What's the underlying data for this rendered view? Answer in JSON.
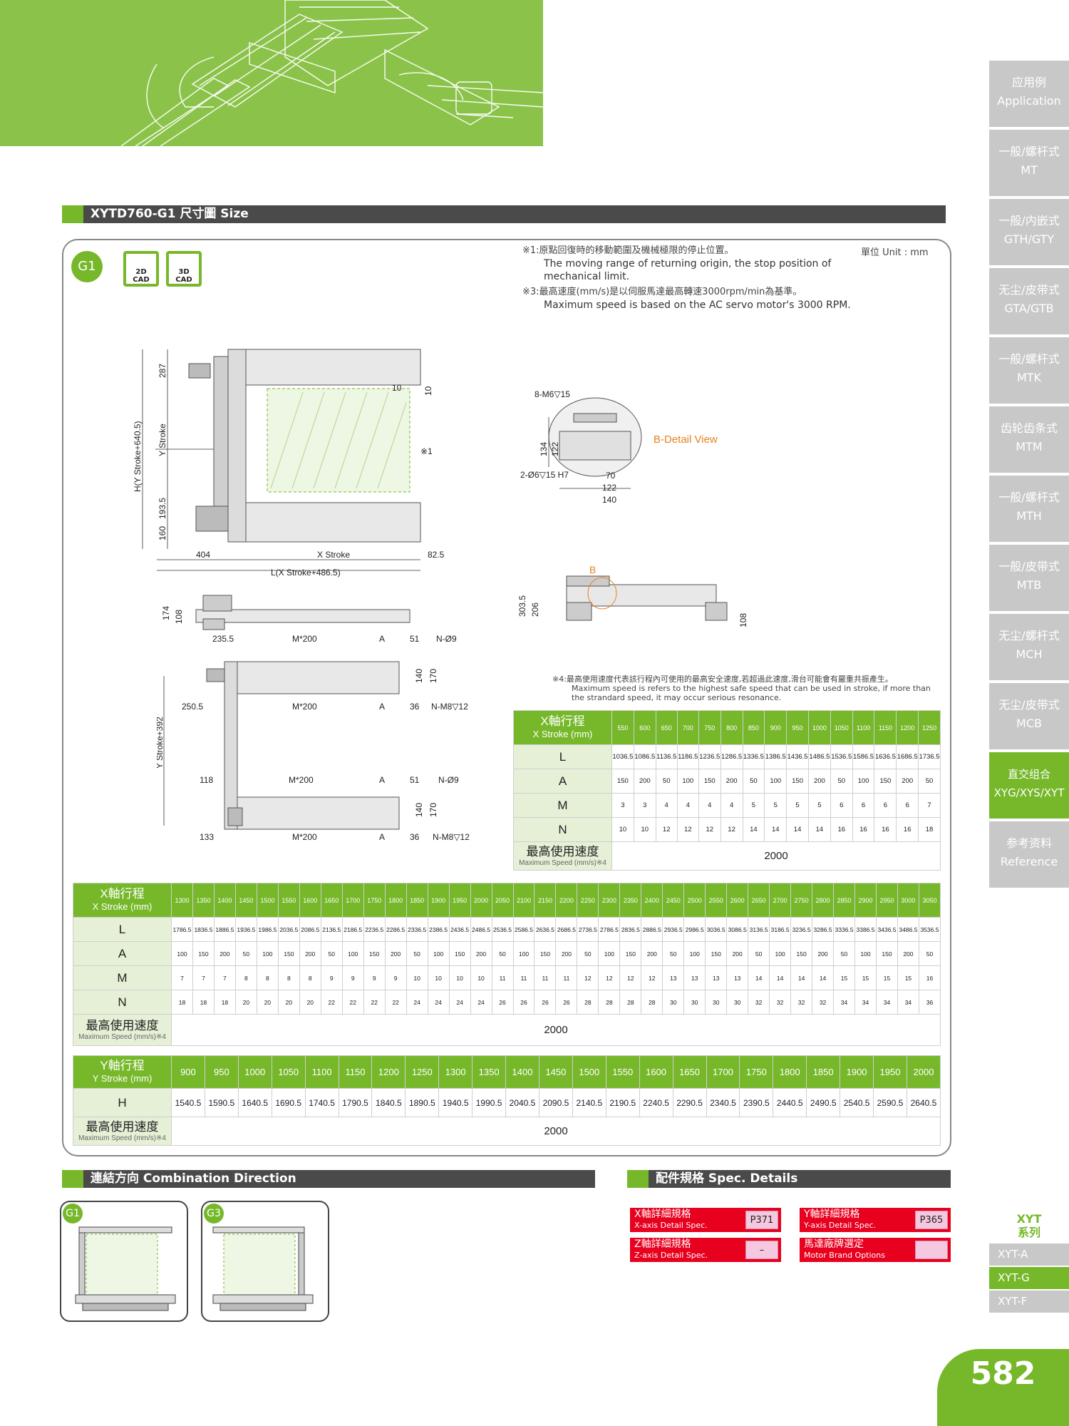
{
  "side_tabs": [
    {
      "zh": "应用例",
      "en": "Application"
    },
    {
      "zh": "一般/螺杆式",
      "en": "MT"
    },
    {
      "zh": "一般/内嵌式",
      "en": "GTH/GTY"
    },
    {
      "zh": "无尘/皮带式",
      "en": "GTA/GTB"
    },
    {
      "zh": "一般/螺杆式",
      "en": "MTK"
    },
    {
      "zh": "齿轮齿条式",
      "en": "MTM"
    },
    {
      "zh": "一般/螺杆式",
      "en": "MTH"
    },
    {
      "zh": "一般/皮带式",
      "en": "MTB"
    },
    {
      "zh": "无尘/螺杆式",
      "en": "MCH"
    },
    {
      "zh": "无尘/皮带式",
      "en": "MCB"
    },
    {
      "zh": "直交组合",
      "en": "XYG/XYS/XYT"
    },
    {
      "zh": "参考资料",
      "en": "Reference"
    }
  ],
  "section_size": "XYTD760-G1  尺寸圖  Size",
  "badge_g1": "G1",
  "cad": {
    "d2": "2D\nCAD",
    "d3": "3D\nCAD"
  },
  "notes": {
    "n1_zh": "※1:原點回復時的移動範圍及機械極限的停止位置。",
    "n1_en": "The moving range of returning origin, the stop position of mechanical limit.",
    "n3_zh": "※3:最高速度(mm/s)是以伺服馬達最高轉速3000rpm/min為基準。",
    "n3_en": "Maximum speed is based on the AC servo motor's 3000 RPM.",
    "unit": "單位 Unit : mm",
    "n4_zh": "※4:最高使用速度代表該行程內可使用的最高安全速度,若超過此速度,滑台可能會有嚴重共振產生。",
    "n4_en": "Maximum speed is refers to the highest safe speed that can be used in stroke, if more than the strandard speed, it may occur serious resonance."
  },
  "drawing": {
    "top_view": {
      "d287": "287",
      "hy": "H(Y Stroke+640.5)",
      "y_stroke": "Y Stroke",
      "d193": "193.5",
      "d160": "160",
      "d10a": "10",
      "d10b": "10",
      "mark1": "※1",
      "d404": "404",
      "x_stroke": "X Stroke",
      "d82": "82.5",
      "l_label": "L(X Stroke+486.5)"
    },
    "detail": {
      "m6": "8-M6▽15",
      "d134": "134",
      "d122a": "122",
      "title": "B-Detail View",
      "pin": "2-Ø6▽15 H7",
      "d70": "70",
      "d122b": "122",
      "d140": "140"
    },
    "side_view": {
      "b": "B",
      "d303": "303.5",
      "d206": "206",
      "d108": "108"
    },
    "small_side": {
      "d174": "174",
      "d108": "108"
    },
    "bottom_view": {
      "d235": "235.5",
      "m200a": "M*200",
      "a1": "A",
      "d51a": "51",
      "n9a": "N-Ø9",
      "d140a": "140",
      "d170a": "170",
      "ystroke392": "Y Stroke+392",
      "d250": "250.5",
      "m200b": "M*200",
      "a2": "A",
      "d36a": "36",
      "nm8a": "N-M8▽12",
      "d118": "118",
      "m200c": "M*200",
      "a3": "A",
      "d51b": "51",
      "n9b": "N-Ø9",
      "d140b": "140",
      "d170b": "170",
      "d133": "133",
      "m200d": "M*200",
      "a4": "A",
      "d36b": "36",
      "nm8b": "N-M8▽12"
    }
  },
  "table_small": {
    "hdr_zh": "X軸行程",
    "hdr_en": "X Stroke (mm)",
    "strokes": [
      "550",
      "600",
      "650",
      "700",
      "750",
      "800",
      "850",
      "900",
      "950",
      "1000",
      "1050",
      "1100",
      "1150",
      "1200",
      "1250"
    ],
    "L": [
      "1036.5",
      "1086.5",
      "1136.5",
      "1186.5",
      "1236.5",
      "1286.5",
      "1336.5",
      "1386.5",
      "1436.5",
      "1486.5",
      "1536.5",
      "1586.5",
      "1636.5",
      "1686.5",
      "1736.5"
    ],
    "A": [
      "150",
      "200",
      "50",
      "100",
      "150",
      "200",
      "50",
      "100",
      "150",
      "200",
      "50",
      "100",
      "150",
      "200",
      "50"
    ],
    "M": [
      "3",
      "3",
      "4",
      "4",
      "4",
      "4",
      "5",
      "5",
      "5",
      "5",
      "6",
      "6",
      "6",
      "6",
      "7"
    ],
    "N": [
      "10",
      "10",
      "12",
      "12",
      "12",
      "12",
      "14",
      "14",
      "14",
      "14",
      "16",
      "16",
      "16",
      "16",
      "18"
    ],
    "speed_zh": "最高使用速度",
    "speed_en": "Maximum Speed (mm/s)※4",
    "speed": "2000",
    "row_labels": [
      "L",
      "A",
      "M",
      "N"
    ]
  },
  "table_x": {
    "hdr_zh": "X軸行程",
    "hdr_en": "X Stroke (mm)",
    "strokes": [
      "1300",
      "1350",
      "1400",
      "1450",
      "1500",
      "1550",
      "1600",
      "1650",
      "1700",
      "1750",
      "1800",
      "1850",
      "1900",
      "1950",
      "2000",
      "2050",
      "2100",
      "2150",
      "2200",
      "2250",
      "2300",
      "2350",
      "2400",
      "2450",
      "2500",
      "2550",
      "2600",
      "2650",
      "2700",
      "2750",
      "2800",
      "2850",
      "2900",
      "2950",
      "3000",
      "3050"
    ],
    "L": [
      "1786.5",
      "1836.5",
      "1886.5",
      "1936.5",
      "1986.5",
      "2036.5",
      "2086.5",
      "2136.5",
      "2186.5",
      "2236.5",
      "2286.5",
      "2336.5",
      "2386.5",
      "2436.5",
      "2486.5",
      "2536.5",
      "2586.5",
      "2636.5",
      "2686.5",
      "2736.5",
      "2786.5",
      "2836.5",
      "2886.5",
      "2936.5",
      "2986.5",
      "3036.5",
      "3086.5",
      "3136.5",
      "3186.5",
      "3236.5",
      "3286.5",
      "3336.5",
      "3386.5",
      "3436.5",
      "3486.5",
      "3536.5"
    ],
    "A": [
      "100",
      "150",
      "200",
      "50",
      "100",
      "150",
      "200",
      "50",
      "100",
      "150",
      "200",
      "50",
      "100",
      "150",
      "200",
      "50",
      "100",
      "150",
      "200",
      "50",
      "100",
      "150",
      "200",
      "50",
      "100",
      "150",
      "200",
      "50",
      "100",
      "150",
      "200",
      "50",
      "100",
      "150",
      "200",
      "50"
    ],
    "M": [
      "7",
      "7",
      "7",
      "8",
      "8",
      "8",
      "8",
      "9",
      "9",
      "9",
      "9",
      "10",
      "10",
      "10",
      "10",
      "11",
      "11",
      "11",
      "11",
      "12",
      "12",
      "12",
      "12",
      "13",
      "13",
      "13",
      "13",
      "14",
      "14",
      "14",
      "14",
      "15",
      "15",
      "15",
      "15",
      "16"
    ],
    "N": [
      "18",
      "18",
      "18",
      "20",
      "20",
      "20",
      "20",
      "22",
      "22",
      "22",
      "22",
      "24",
      "24",
      "24",
      "24",
      "26",
      "26",
      "26",
      "26",
      "28",
      "28",
      "28",
      "28",
      "30",
      "30",
      "30",
      "30",
      "32",
      "32",
      "32",
      "32",
      "34",
      "34",
      "34",
      "34",
      "36"
    ],
    "speed_zh": "最高使用速度",
    "speed_en": "Maximum Speed (mm/s)※4",
    "speed": "2000",
    "row_labels": [
      "L",
      "A",
      "M",
      "N"
    ]
  },
  "table_y": {
    "hdr_zh": "Y軸行程",
    "hdr_en": "Y Stroke (mm)",
    "strokes": [
      "900",
      "950",
      "1000",
      "1050",
      "1100",
      "1150",
      "1200",
      "1250",
      "1300",
      "1350",
      "1400",
      "1450",
      "1500",
      "1550",
      "1600",
      "1650",
      "1700",
      "1750",
      "1800",
      "1850",
      "1900",
      "1950",
      "2000"
    ],
    "H": [
      "1540.5",
      "1590.5",
      "1640.5",
      "1690.5",
      "1740.5",
      "1790.5",
      "1840.5",
      "1890.5",
      "1940.5",
      "1990.5",
      "2040.5",
      "2090.5",
      "2140.5",
      "2190.5",
      "2240.5",
      "2290.5",
      "2340.5",
      "2390.5",
      "2440.5",
      "2490.5",
      "2540.5",
      "2590.5",
      "2640.5"
    ],
    "row_label": "H",
    "speed_zh": "最高使用速度",
    "speed_en": "Maximum Speed (mm/s)※4",
    "speed": "2000"
  },
  "section_combo": "連結方向  Combination Direction",
  "combo": {
    "g1": "G1",
    "g3": "G3"
  },
  "section_spec": "配件規格  Spec. Details",
  "spec": {
    "x_zh": "X軸詳細規格",
    "x_en": "X-axis Detail Spec.",
    "x_pg": "P371",
    "y_zh": "Y軸詳細規格",
    "y_en": "Y-axis Detail Spec.",
    "y_pg": "P365",
    "z_zh": "Z軸詳細規格",
    "z_en": "Z-axis Detail Spec.",
    "z_pg": "–",
    "m_zh": "馬達廠牌選定",
    "m_en": "Motor Brand Options",
    "m_pg": ""
  },
  "series": {
    "title": "XYT\n系列",
    "items": [
      "XYT-A",
      "XYT-G",
      "XYT-F"
    ],
    "active": 1
  },
  "page_number": "582",
  "colors": {
    "accent": "#76b82a",
    "dark": "#4a4a4a",
    "tab": "#c8c8c8",
    "red": "#e8001f"
  }
}
